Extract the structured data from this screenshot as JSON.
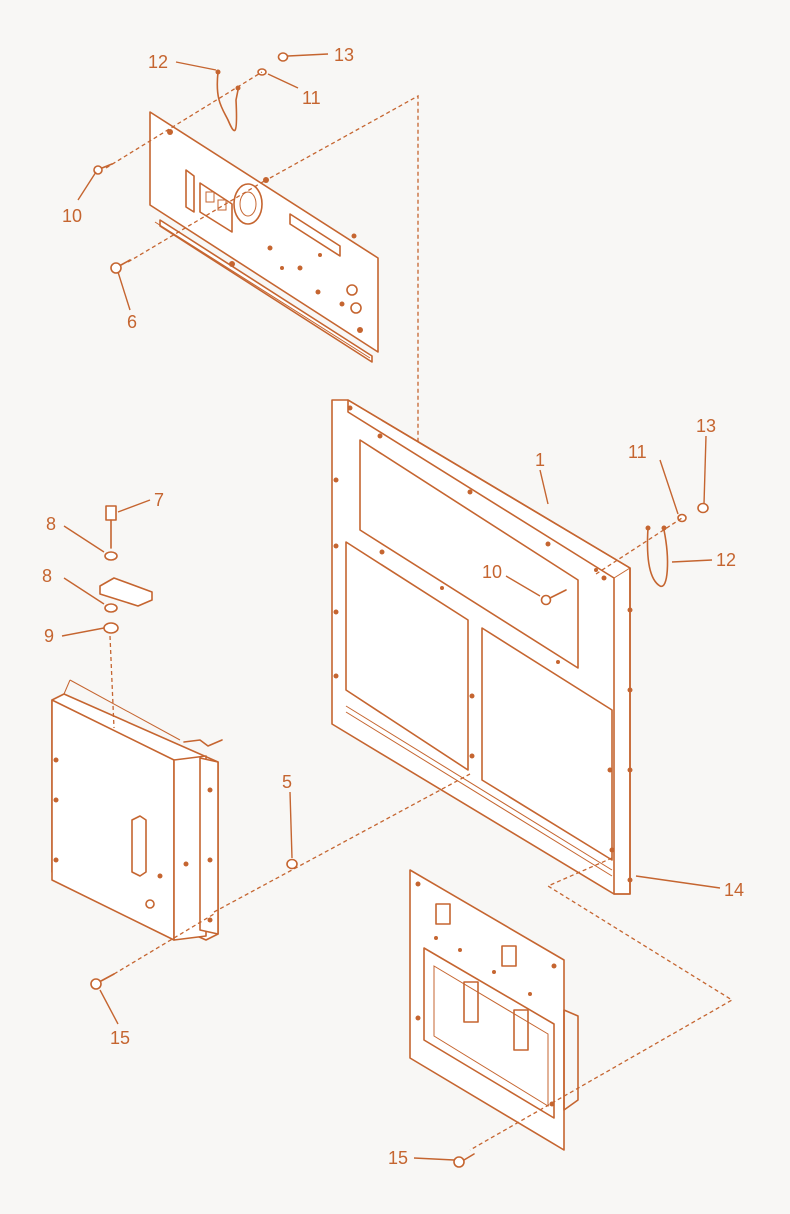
{
  "callouts": {
    "c1": "1",
    "c5": "5",
    "c6": "6",
    "c7": "7",
    "c8a": "8",
    "c8b": "8",
    "c9": "9",
    "c10a": "10",
    "c10b": "10",
    "c11a": "11",
    "c11b": "11",
    "c12a": "12",
    "c12b": "12",
    "c13a": "13",
    "c13b": "13",
    "c14": "14",
    "c15a": "15",
    "c15b": "15"
  },
  "colors": {
    "line": "#c56530",
    "background": "#f8f7f5"
  }
}
